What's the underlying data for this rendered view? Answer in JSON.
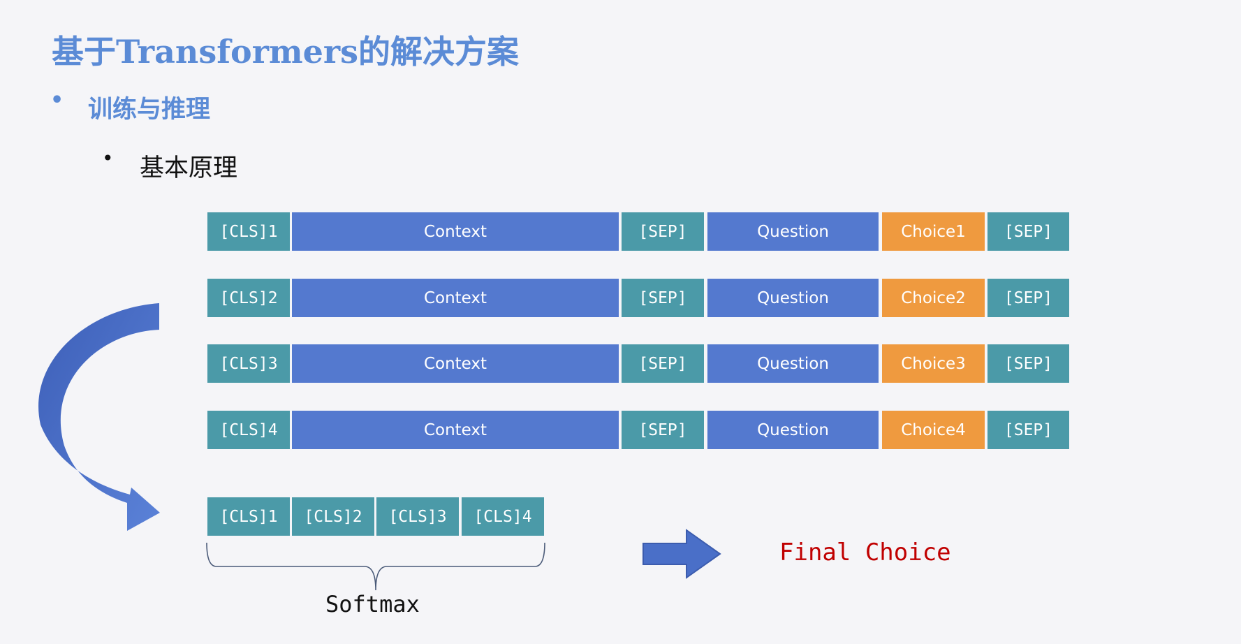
{
  "slide": {
    "title": "基于Transformers的解决方案",
    "bullet_level1": "训练与推理",
    "bullet_level2": "基本原理",
    "bullet_symbol": "•"
  },
  "sequences": [
    {
      "cls": "[CLS]1",
      "context": "Context",
      "sep1": "[SEP]",
      "question": "Question",
      "choice": "Choice1",
      "sep2": "[SEP]"
    },
    {
      "cls": "[CLS]2",
      "context": "Context",
      "sep1": "[SEP]",
      "question": "Question",
      "choice": "Choice2",
      "sep2": "[SEP]"
    },
    {
      "cls": "[CLS]3",
      "context": "Context",
      "sep1": "[SEP]",
      "question": "Question",
      "choice": "Choice3",
      "sep2": "[SEP]"
    },
    {
      "cls": "[CLS]4",
      "context": "Context",
      "sep1": "[SEP]",
      "question": "Question",
      "choice": "Choice4",
      "sep2": "[SEP]"
    }
  ],
  "cls_outputs": [
    "[CLS]1",
    "[CLS]2",
    "[CLS]3",
    "[CLS]4"
  ],
  "softmax_label": "Softmax",
  "final_label": "Final Choice",
  "colors": {
    "title": "#5b8bd6",
    "token_teal": "#4b9aa8",
    "token_blue": "#5479cf",
    "token_orange": "#ef9a3f",
    "arrow_blue": "#4a6fc8",
    "final_red": "#c00000"
  },
  "icons": {
    "curve_arrow": "curved-arrow-icon",
    "right_arrow": "right-arrow-icon"
  }
}
